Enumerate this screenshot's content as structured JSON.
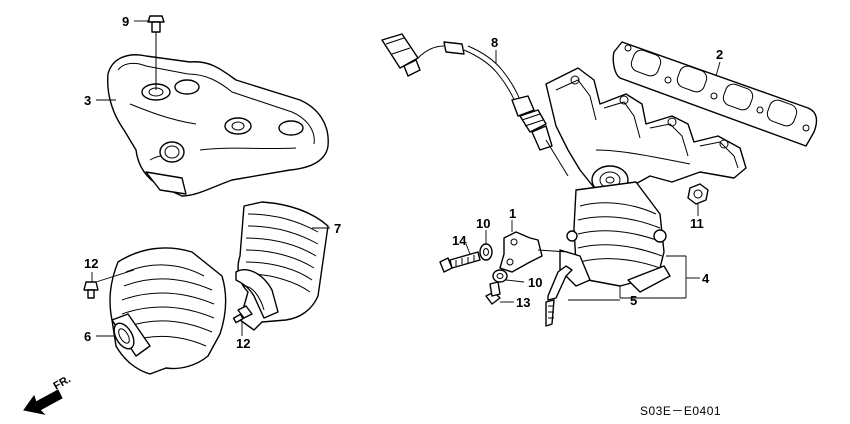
{
  "diagram": {
    "code": "S03E－E0401",
    "direction_label": "FR.",
    "callouts": {
      "c1": "1",
      "c2": "2",
      "c3": "3",
      "c4": "4",
      "c5": "5",
      "c6": "6",
      "c7": "7",
      "c8": "8",
      "c9": "9",
      "c10a": "10",
      "c10b": "10",
      "c11": "11",
      "c12a": "12",
      "c12b": "12",
      "c13": "13",
      "c14": "14"
    }
  }
}
